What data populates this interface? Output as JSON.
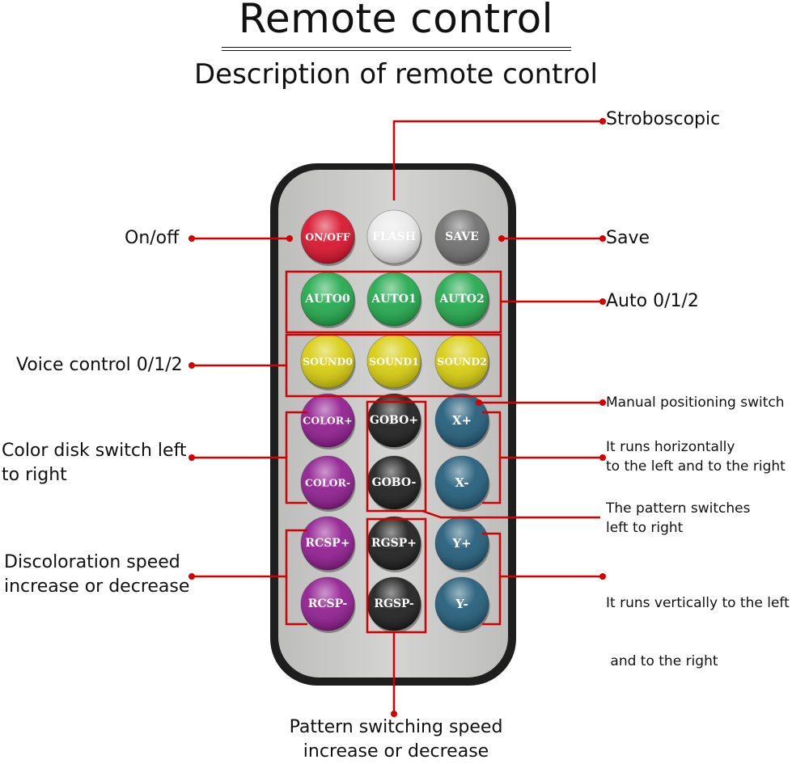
{
  "header": {
    "title": "Remote control",
    "subtitle": "Description of remote control"
  },
  "colors": {
    "callout": "#d40000",
    "body": "#cbcbc9",
    "frame": "#1e1e1e",
    "red": "#d8102a",
    "white": "#e9e9e9",
    "gray": "#6d6d6d",
    "green": "#1fa84a",
    "yellow": "#d7cc0a",
    "purple": "#8f1a8f",
    "black": "#1b1b1b",
    "blue": "#1f5a78"
  },
  "remote": {
    "buttons": [
      {
        "label": "ON/OFF",
        "color": "red"
      },
      {
        "label": "FLASH",
        "color": "white"
      },
      {
        "label": "SAVE",
        "color": "gray"
      },
      {
        "label": "AUTO0",
        "color": "green"
      },
      {
        "label": "AUTO1",
        "color": "green"
      },
      {
        "label": "AUTO2",
        "color": "green"
      },
      {
        "label": "SOUND0",
        "color": "yellow"
      },
      {
        "label": "SOUND1",
        "color": "yellow"
      },
      {
        "label": "SOUND2",
        "color": "yellow"
      },
      {
        "label": "COLOR+",
        "color": "purple"
      },
      {
        "label": "GOBO+",
        "color": "black"
      },
      {
        "label": "X+",
        "color": "blue"
      },
      {
        "label": "COLOR-",
        "color": "purple"
      },
      {
        "label": "GOBO-",
        "color": "black"
      },
      {
        "label": "X-",
        "color": "blue"
      },
      {
        "label": "RCSP+",
        "color": "purple"
      },
      {
        "label": "RGSP+",
        "color": "black"
      },
      {
        "label": "Y+",
        "color": "blue"
      },
      {
        "label": "RCSP-",
        "color": "purple"
      },
      {
        "label": "RGSP-",
        "color": "black"
      },
      {
        "label": "Y-",
        "color": "blue"
      }
    ]
  },
  "labels": {
    "stroboscopic": "Stroboscopic",
    "on_off": "On/off",
    "save": "Save",
    "auto": "Auto 0/1/2",
    "voice": "Voice control 0/1/2",
    "manual": "Manual positioning switch",
    "color_disk_1": "Color disk switch left",
    "color_disk_2": "to right",
    "horizontal_1": "It runs horizontally",
    "horizontal_2": "to the left and to the right",
    "pattern_1": "The pattern switches",
    "pattern_2": "left to right",
    "discolor_1": "Discoloration speed",
    "discolor_2": "increase or decrease",
    "vertical_1": "It runs vertically to the left",
    "vertical_2": " and to the right",
    "pattern_speed_1": "Pattern switching speed",
    "pattern_speed_2": "increase or decrease"
  }
}
